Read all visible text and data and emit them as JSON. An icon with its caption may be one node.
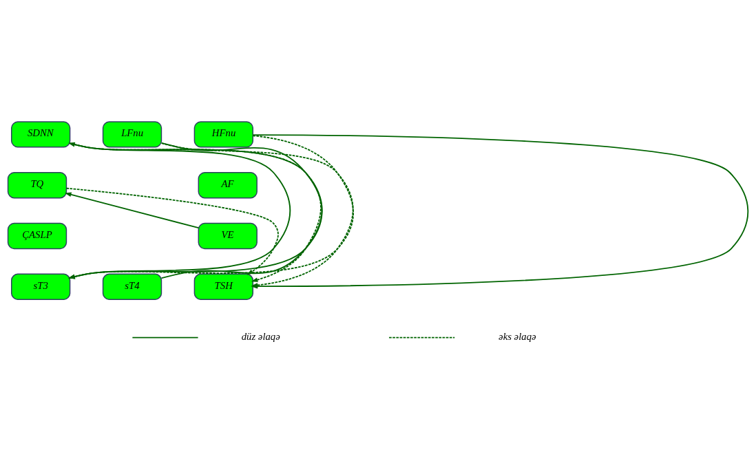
{
  "diagram": {
    "nodes": [
      {
        "text": [
          "SDNN"
        ]
      },
      {
        "text": [
          "LFnu"
        ]
      },
      {
        "text": [
          "HFnu"
        ]
      },
      {
        "text": [
          "TQ"
        ]
      },
      {
        "text": [
          "AF"
        ]
      },
      {
        "text": [
          "ÇASLP"
        ]
      },
      {
        "text": [
          "VE"
        ]
      },
      {
        "text": [
          "sT3"
        ]
      },
      {
        "text": [
          "sT4"
        ]
      },
      {
        "text": [
          "TSH"
        ]
      }
    ],
    "edges": [
      {
        "from": 0,
        "to": 7,
        "arrow": "to"
      },
      {
        "from": 8,
        "to": 0,
        "arrow": "to"
      },
      {
        "from": 0,
        "to": 9,
        "arrow": "to",
        "style": "dashed"
      },
      {
        "from": 1,
        "to": 7,
        "arrow": "to"
      },
      {
        "from": 1,
        "to": 9,
        "arrow": "to",
        "style": "dashed"
      },
      {
        "from": 2,
        "to": 7,
        "arrow": "to",
        "style": "dashed"
      },
      {
        "from": 2,
        "to": 9,
        "arrow": "to"
      },
      {
        "from": 6,
        "to": 3,
        "arrow": "to"
      },
      {
        "from": 3,
        "to": 9,
        "arrow": "to",
        "style": "dashed"
      }
    ],
    "legend": [
      {
        "text": "düz əlaqə"
      },
      {
        "text": "əks əlaqə"
      }
    ]
  }
}
